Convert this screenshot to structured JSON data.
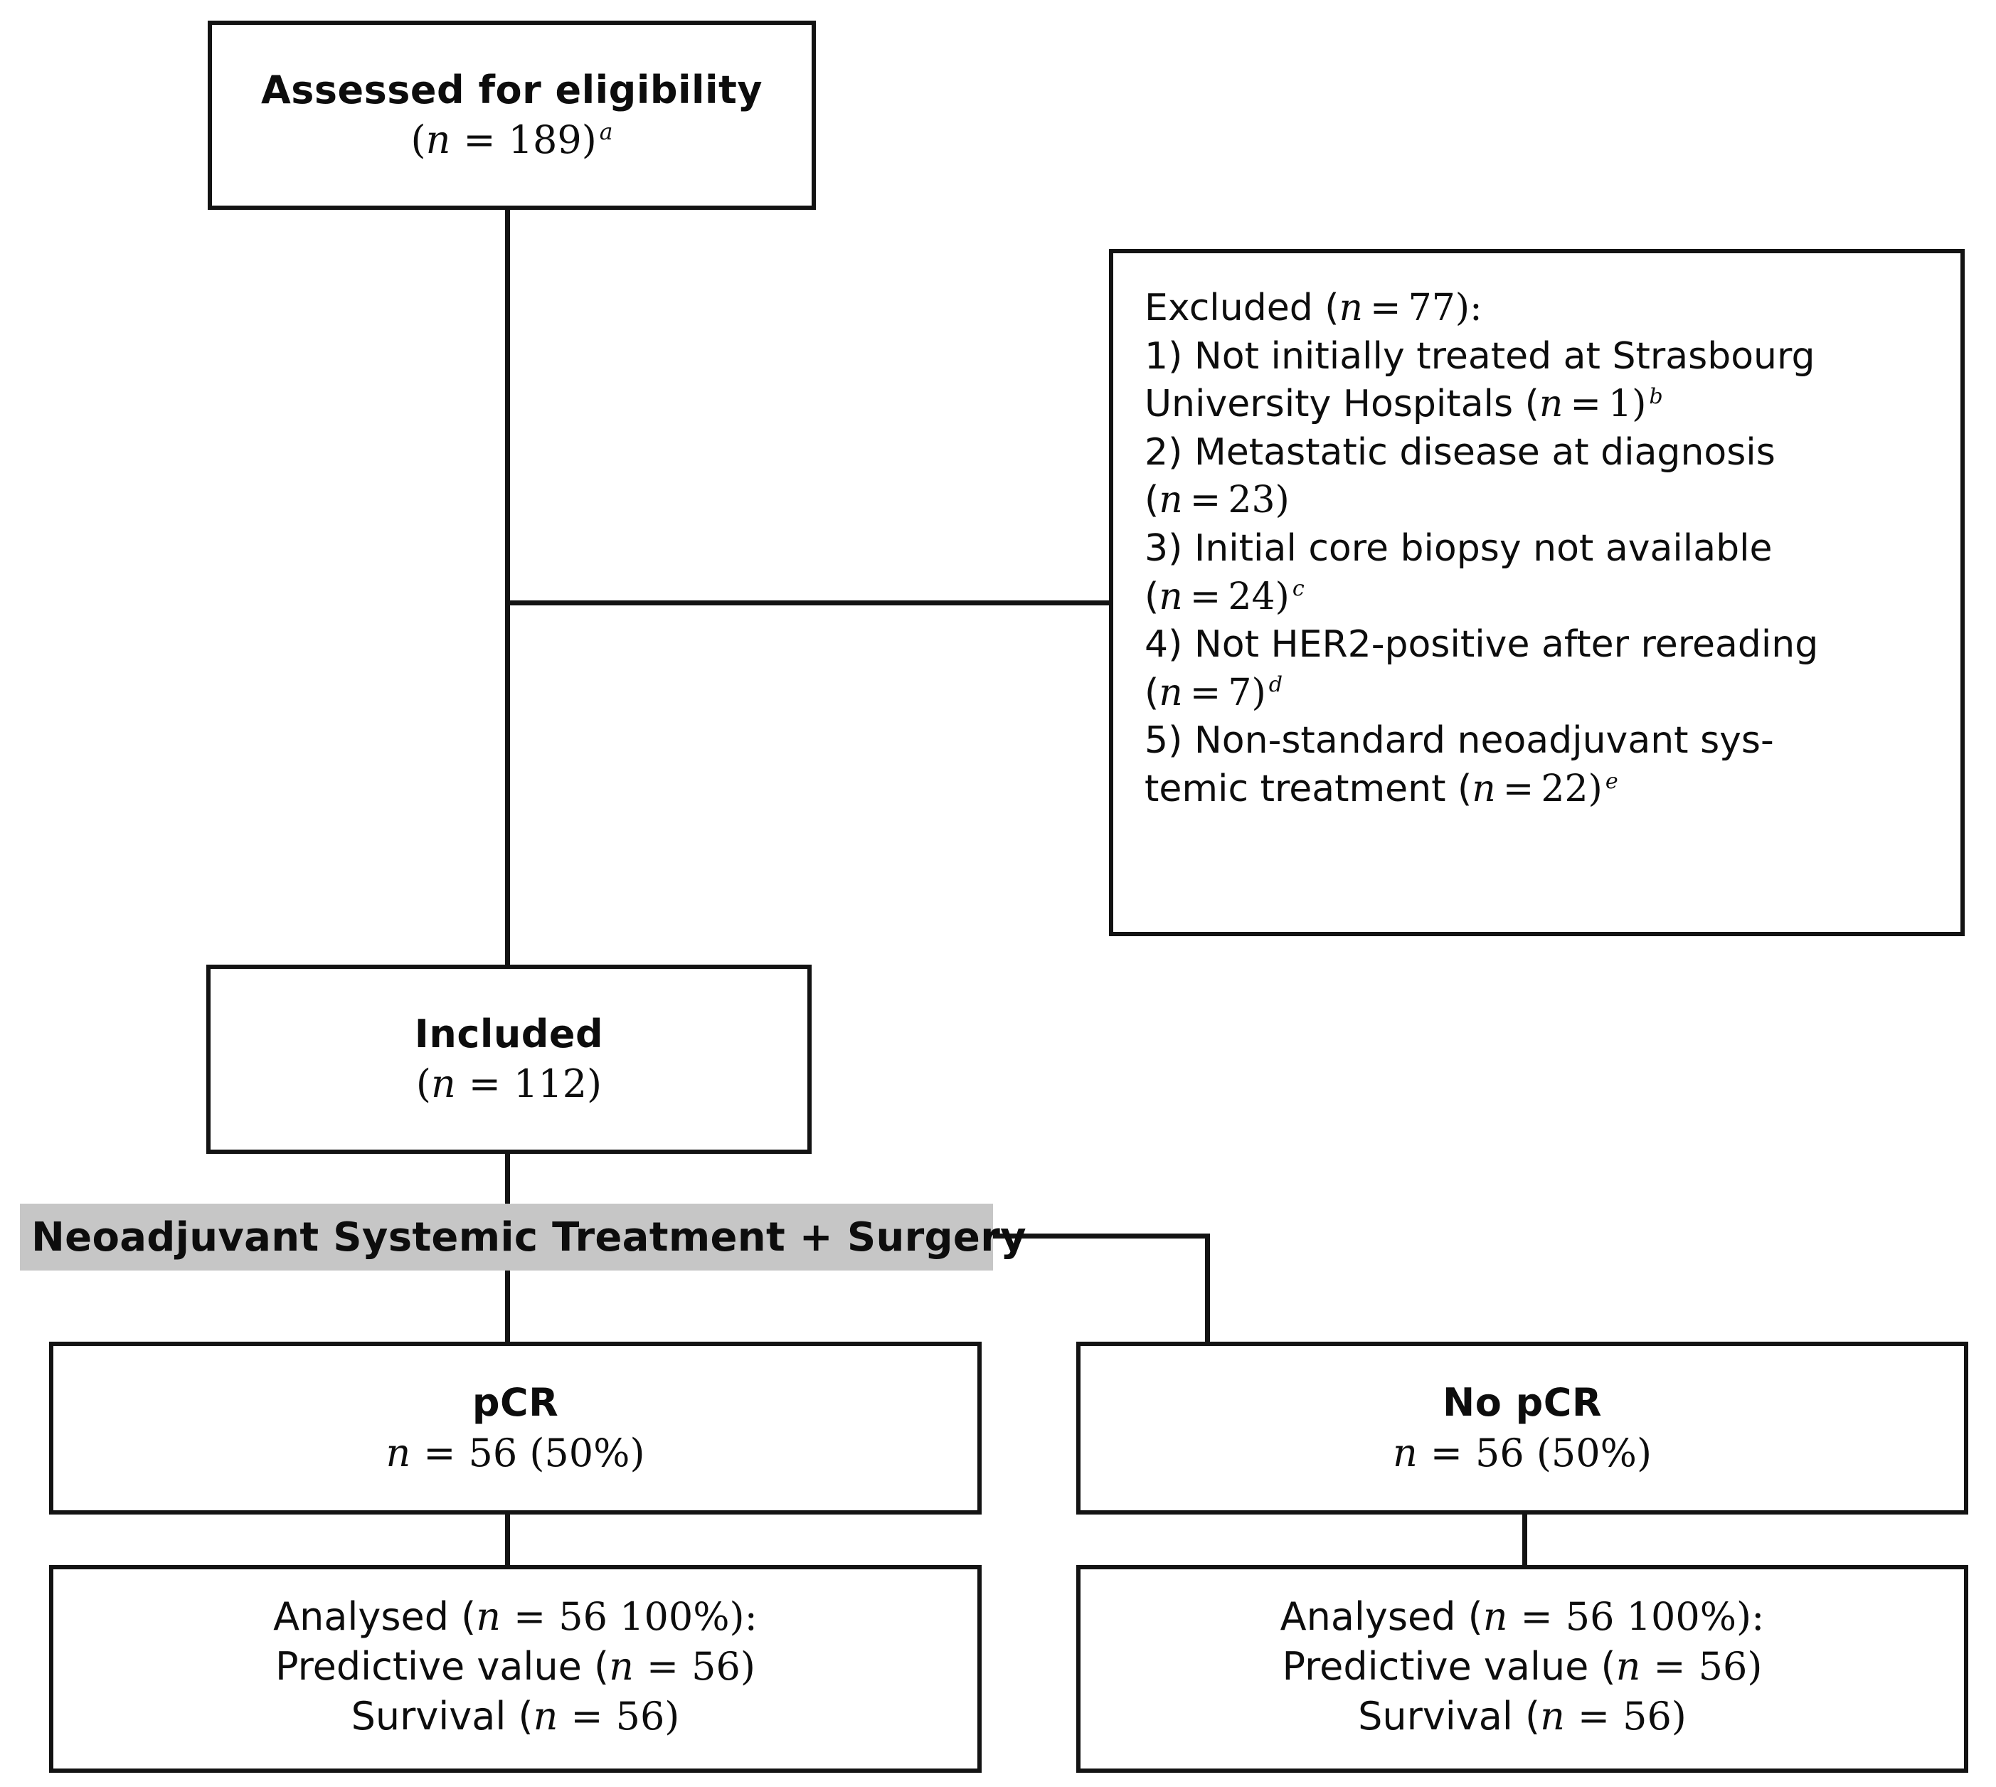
{
  "diagram": {
    "title": "CONSORT participant flow diagram",
    "accent_gray": "#c6c6c6",
    "line_color": "#131313"
  },
  "assessed_box": {
    "heading": "Assessed for eligibility",
    "count_prefix": "(",
    "n_symbol": "n",
    "equals": "=",
    "value": "189)",
    "footnote": "a"
  },
  "excluded_box": {
    "header_pre": "Excluded (",
    "header_n": "n",
    "header_eq": "=",
    "header_val": "77):",
    "items": [
      {
        "line1": "1) Not initially treated at Strasbourg",
        "line2_pre": "University Hospitals (",
        "line2_n": "n",
        "line2_eq": "=",
        "line2_val": "1)",
        "footnote": "b"
      },
      {
        "line1": "2) Metastatic disease at diagnosis",
        "line2_pre": "(",
        "line2_n": "n",
        "line2_eq": "=",
        "line2_val": "23)",
        "footnote": ""
      },
      {
        "line1": "3) Initial core biopsy not available",
        "line2_pre": "(",
        "line2_n": "n",
        "line2_eq": "=",
        "line2_val": "24)",
        "footnote": "c"
      },
      {
        "line1": "4) Not HER2-positive after rereading",
        "line2_pre": "(",
        "line2_n": "n",
        "line2_eq": "=",
        "line2_val": "7)",
        "footnote": "d"
      },
      {
        "line1": "5) Non-standard neoadjuvant sys-",
        "line2_pre": "temic treatment (",
        "line2_n": "n",
        "line2_eq": "=",
        "line2_val": "22)",
        "footnote": "e"
      }
    ]
  },
  "included_box": {
    "heading": "Included",
    "count_prefix": "(",
    "n_symbol": "n",
    "equals": "=",
    "value": "112)"
  },
  "treatment_banner": {
    "label": "Neoadjuvant Systemic Treatment + Surgery"
  },
  "pcr_box": {
    "heading": "pCR",
    "n_symbol": "n",
    "equals": "=",
    "value": "56 (50%)"
  },
  "no_pcr_box": {
    "heading": "No  pCR",
    "n_symbol": "n",
    "equals": "=",
    "value": "56 (50%)"
  },
  "analysed_left": {
    "l1_pre": "Analysed (",
    "l1_n": "n",
    "l1_eq": "=",
    "l1_val": "56 100%):",
    "l2_pre": "Predictive value (",
    "l2_n": "n",
    "l2_eq": "=",
    "l2_val": "56)",
    "l3_pre": "Survival (",
    "l3_n": "n",
    "l3_eq": "=",
    "l3_val": "56)"
  },
  "analysed_right": {
    "l1_pre": "Analysed (",
    "l1_n": "n",
    "l1_eq": "=",
    "l1_val": "56 100%):",
    "l2_pre": "Predictive value (",
    "l2_n": "n",
    "l2_eq": "=",
    "l2_val": "56)",
    "l3_pre": "Survival (",
    "l3_n": "n",
    "l3_eq": "=",
    "l3_val": "56)"
  }
}
